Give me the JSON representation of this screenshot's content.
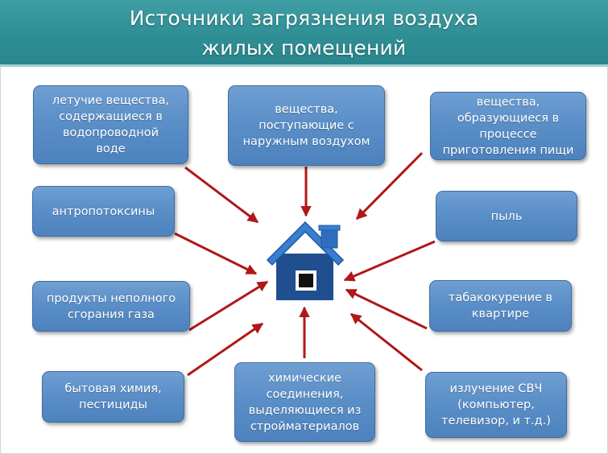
{
  "header": {
    "title_line1": "Источники загрязнения воздуха",
    "title_line2": "жилых помещений"
  },
  "sources": {
    "volatile": "летучие вещества,\nсодержащиеся в\nводопроводной\nводе",
    "outdoor": "вещества,\nпоступающие с\nнаружным воздухом",
    "cooking": "вещества,\nобразующиеся в\nпроцессе\nприготовления пищи",
    "anthropotoxins": "антропотоксины",
    "dust": "пыль",
    "gas": "продукты неполного\nсгорания газа",
    "smoking": "табакокурение в\nквартире",
    "chemicals": "бытовая химия,\nпестициды",
    "building": "химические\nсоединения,\nвыделяющиеся из\nстройматериалов",
    "microwave": "излучение СВЧ\n(компьютер,\nтелевизор, и т.д.)"
  },
  "colors": {
    "header": "#2f8f95",
    "box": "#5b8fc8",
    "arrow": "#b01818",
    "house": "#1f4f8f"
  },
  "icons": {
    "center": "house-icon",
    "connector": "arrow-icon"
  }
}
